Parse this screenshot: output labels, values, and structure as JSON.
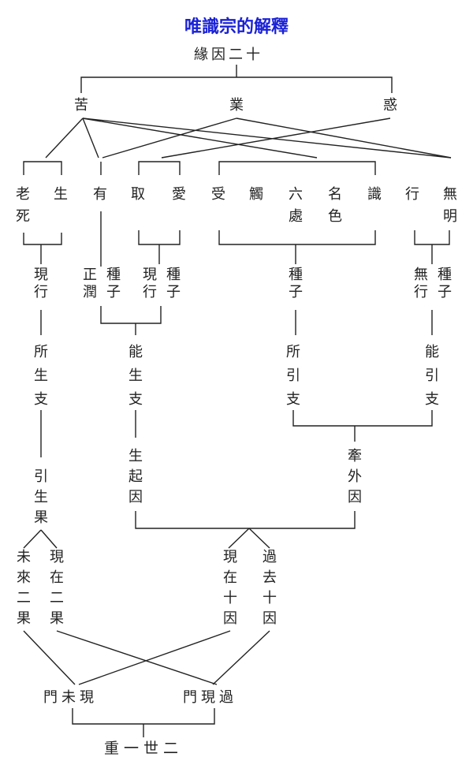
{
  "title": "唯識宗的解釋",
  "top": "緣因二十",
  "causes": {
    "ku": "苦",
    "ye": "業",
    "huo": "惑"
  },
  "links": {
    "laosi_a": "老",
    "laosi_b": "死",
    "sheng": "生",
    "you": "有",
    "qu": "取",
    "ai": "愛",
    "shou": "受",
    "chu": "觸",
    "liuchu_a": "六",
    "liuchu_b": "處",
    "mingse_a": "名",
    "mingse_b": "色",
    "shi": "識",
    "xing": "行",
    "wuming_a": "無",
    "wuming_b": "明"
  },
  "seeds": {
    "a": "現行",
    "b_top": "正潤",
    "b_bot": "種子",
    "c_top": "現行",
    "c_bot": "種子",
    "d": "種子",
    "e_top": "無行",
    "e_bot": "種子"
  },
  "supports": {
    "suosheng": "所生支",
    "nengsheng": "能生支",
    "suoyin": "所引支",
    "nengyin": "能引支"
  },
  "causes2": {
    "yinsheng": "引生果",
    "shengqi": "生起因",
    "qianwai": "牽外因"
  },
  "fruits": {
    "weilai": "未來二果",
    "xianzai": "現在二果",
    "xianzai_yin": "現在十因",
    "guoqu_yin": "過去十因"
  },
  "doors": {
    "weilai_xian": "門未現",
    "xian_guo": "門現過"
  },
  "bottom": "重一世二"
}
